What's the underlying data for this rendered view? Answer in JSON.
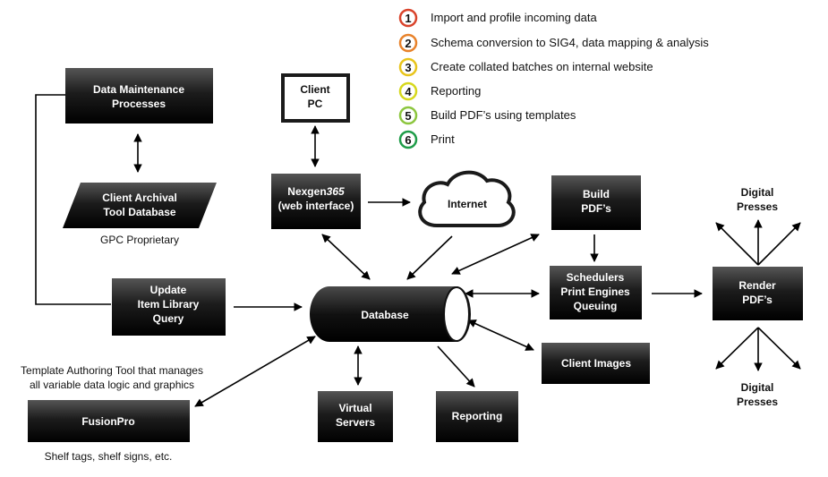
{
  "legend": [
    {
      "num": "1",
      "text": "Import and profile incoming data",
      "color": "#d9432b"
    },
    {
      "num": "2",
      "text": "Schema conversion to SIG4, data mapping & analysis",
      "color": "#e8822a"
    },
    {
      "num": "3",
      "text": "Create collated batches on internal website",
      "color": "#e8c41a"
    },
    {
      "num": "4",
      "text": "Reporting",
      "color": "#d6d81c"
    },
    {
      "num": "5",
      "text": "Build PDF’s using templates",
      "color": "#8cc63e"
    },
    {
      "num": "6",
      "text": "Print",
      "color": "#1e9c48"
    }
  ],
  "nodes": {
    "data_maintenance": {
      "line1": "Data Maintenance",
      "line2": "Processes"
    },
    "client_archival": {
      "line1": "Client Archival",
      "line2": "Tool Database"
    },
    "gpc_proprietary": "GPC Proprietary",
    "client_pc": {
      "line1": "Client",
      "line2": "PC"
    },
    "nexgen": {
      "line1_a": "Nexgen",
      "line1_b": "365",
      "line2": "(web interface)"
    },
    "internet": "Internet",
    "build_pdfs": {
      "line1": "Build",
      "line2": "PDF’s"
    },
    "schedulers": {
      "line1": "Schedulers",
      "line2": "Print Engines",
      "line3": "Queuing"
    },
    "render_pdfs": {
      "line1": "Render",
      "line2": "PDF’s"
    },
    "digital_presses_top": {
      "line1": "Digital",
      "line2": "Presses"
    },
    "digital_presses_bottom": {
      "line1": "Digital",
      "line2": "Presses"
    },
    "update_item": {
      "line1": "Update",
      "line2": "Item Library",
      "line3": "Query"
    },
    "database": "Database",
    "client_images": "Client Images",
    "virtual_servers": {
      "line1": "Virtual",
      "line2": "Servers"
    },
    "reporting": "Reporting",
    "fusionpro": "FusionPro",
    "template_tool": {
      "line1": "Template Authoring Tool that manages",
      "line2": "all variable data logic and graphics"
    },
    "shelf_tags": "Shelf tags, shelf signs, etc."
  }
}
